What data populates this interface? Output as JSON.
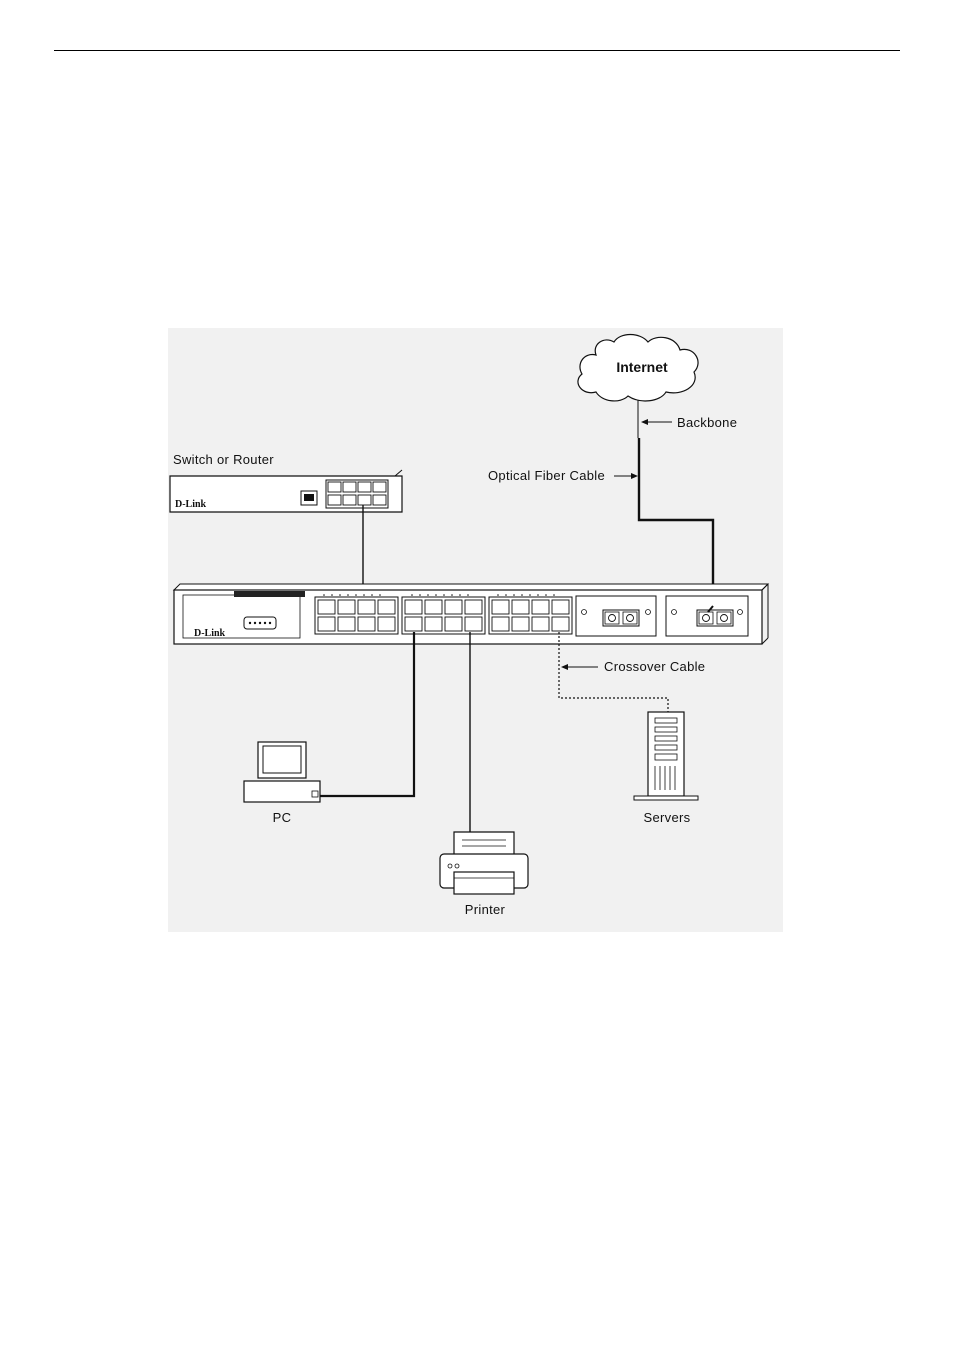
{
  "diagram": {
    "cloud_label": "Internet",
    "backbone_label": "Backbone",
    "fiber_label": "Optical Fiber Cable",
    "router_label": "Switch or Router",
    "crossover_label": "Crossover Cable",
    "pc_label": "PC",
    "servers_label": "Servers",
    "printer_label": "Printer",
    "brand_switch": "D-Link",
    "brand_router": "D-Link"
  }
}
